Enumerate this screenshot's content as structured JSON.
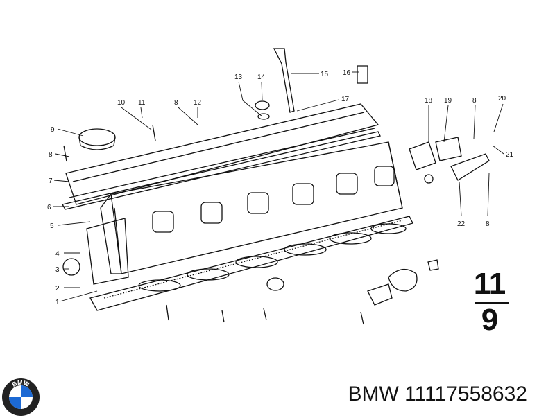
{
  "callouts": [
    {
      "id": "1",
      "label": "1"
    },
    {
      "id": "2",
      "label": "2"
    },
    {
      "id": "3",
      "label": "3"
    },
    {
      "id": "4",
      "label": "4"
    },
    {
      "id": "5",
      "label": "5"
    },
    {
      "id": "6",
      "label": "6"
    },
    {
      "id": "7",
      "label": "7"
    },
    {
      "id": "8a",
      "label": "8"
    },
    {
      "id": "9",
      "label": "9"
    },
    {
      "id": "10",
      "label": "10"
    },
    {
      "id": "11",
      "label": "11"
    },
    {
      "id": "8b",
      "label": "8"
    },
    {
      "id": "12",
      "label": "12"
    },
    {
      "id": "13",
      "label": "13"
    },
    {
      "id": "14",
      "label": "14"
    },
    {
      "id": "15",
      "label": "15"
    },
    {
      "id": "16",
      "label": "16"
    },
    {
      "id": "17",
      "label": "17"
    },
    {
      "id": "18",
      "label": "18"
    },
    {
      "id": "19",
      "label": "19"
    },
    {
      "id": "8c",
      "label": "8"
    },
    {
      "id": "20",
      "label": "20"
    },
    {
      "id": "21",
      "label": "21"
    },
    {
      "id": "22",
      "label": "22"
    },
    {
      "id": "8d",
      "label": "8"
    }
  ],
  "group": {
    "top": "11",
    "bottom": "9"
  },
  "brand": {
    "logo_text": "BMW",
    "logo_icon": "bmw-roundel-icon"
  },
  "part": {
    "label": "BMW 11117558632"
  },
  "colors": {
    "ink": "#111111",
    "logo_blue": "#1c69d4",
    "logo_ring": "#222222"
  }
}
